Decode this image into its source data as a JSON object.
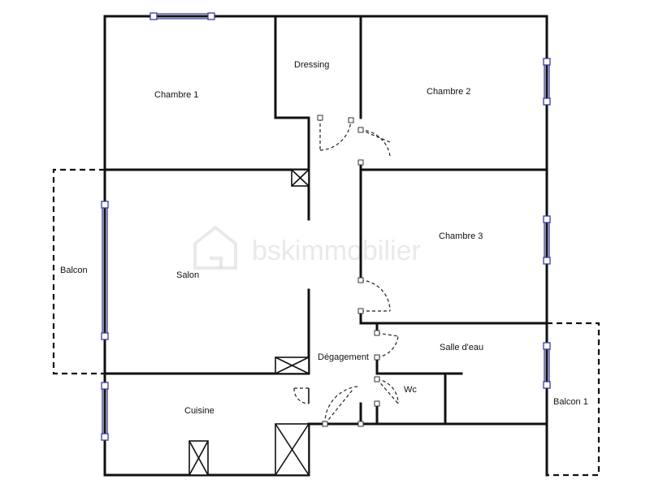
{
  "rooms": {
    "chambre1": "Chambre 1",
    "dressing": "Dressing",
    "chambre2": "Chambre 2",
    "chambre3": "Chambre 3",
    "salon": "Salon",
    "balcon": "Balcon",
    "degagement": "Dégagement",
    "salle_eau": "Salle d'eau",
    "wc": "Wc",
    "cuisine": "Cuisine",
    "balcon1": "Balcon 1"
  },
  "watermark": {
    "text": "bskimmobilier",
    "logo": "house-logo-icon"
  },
  "colors": {
    "wall": "#111111",
    "window": "#3a3aa0",
    "watermark": "#cfcfcf"
  }
}
